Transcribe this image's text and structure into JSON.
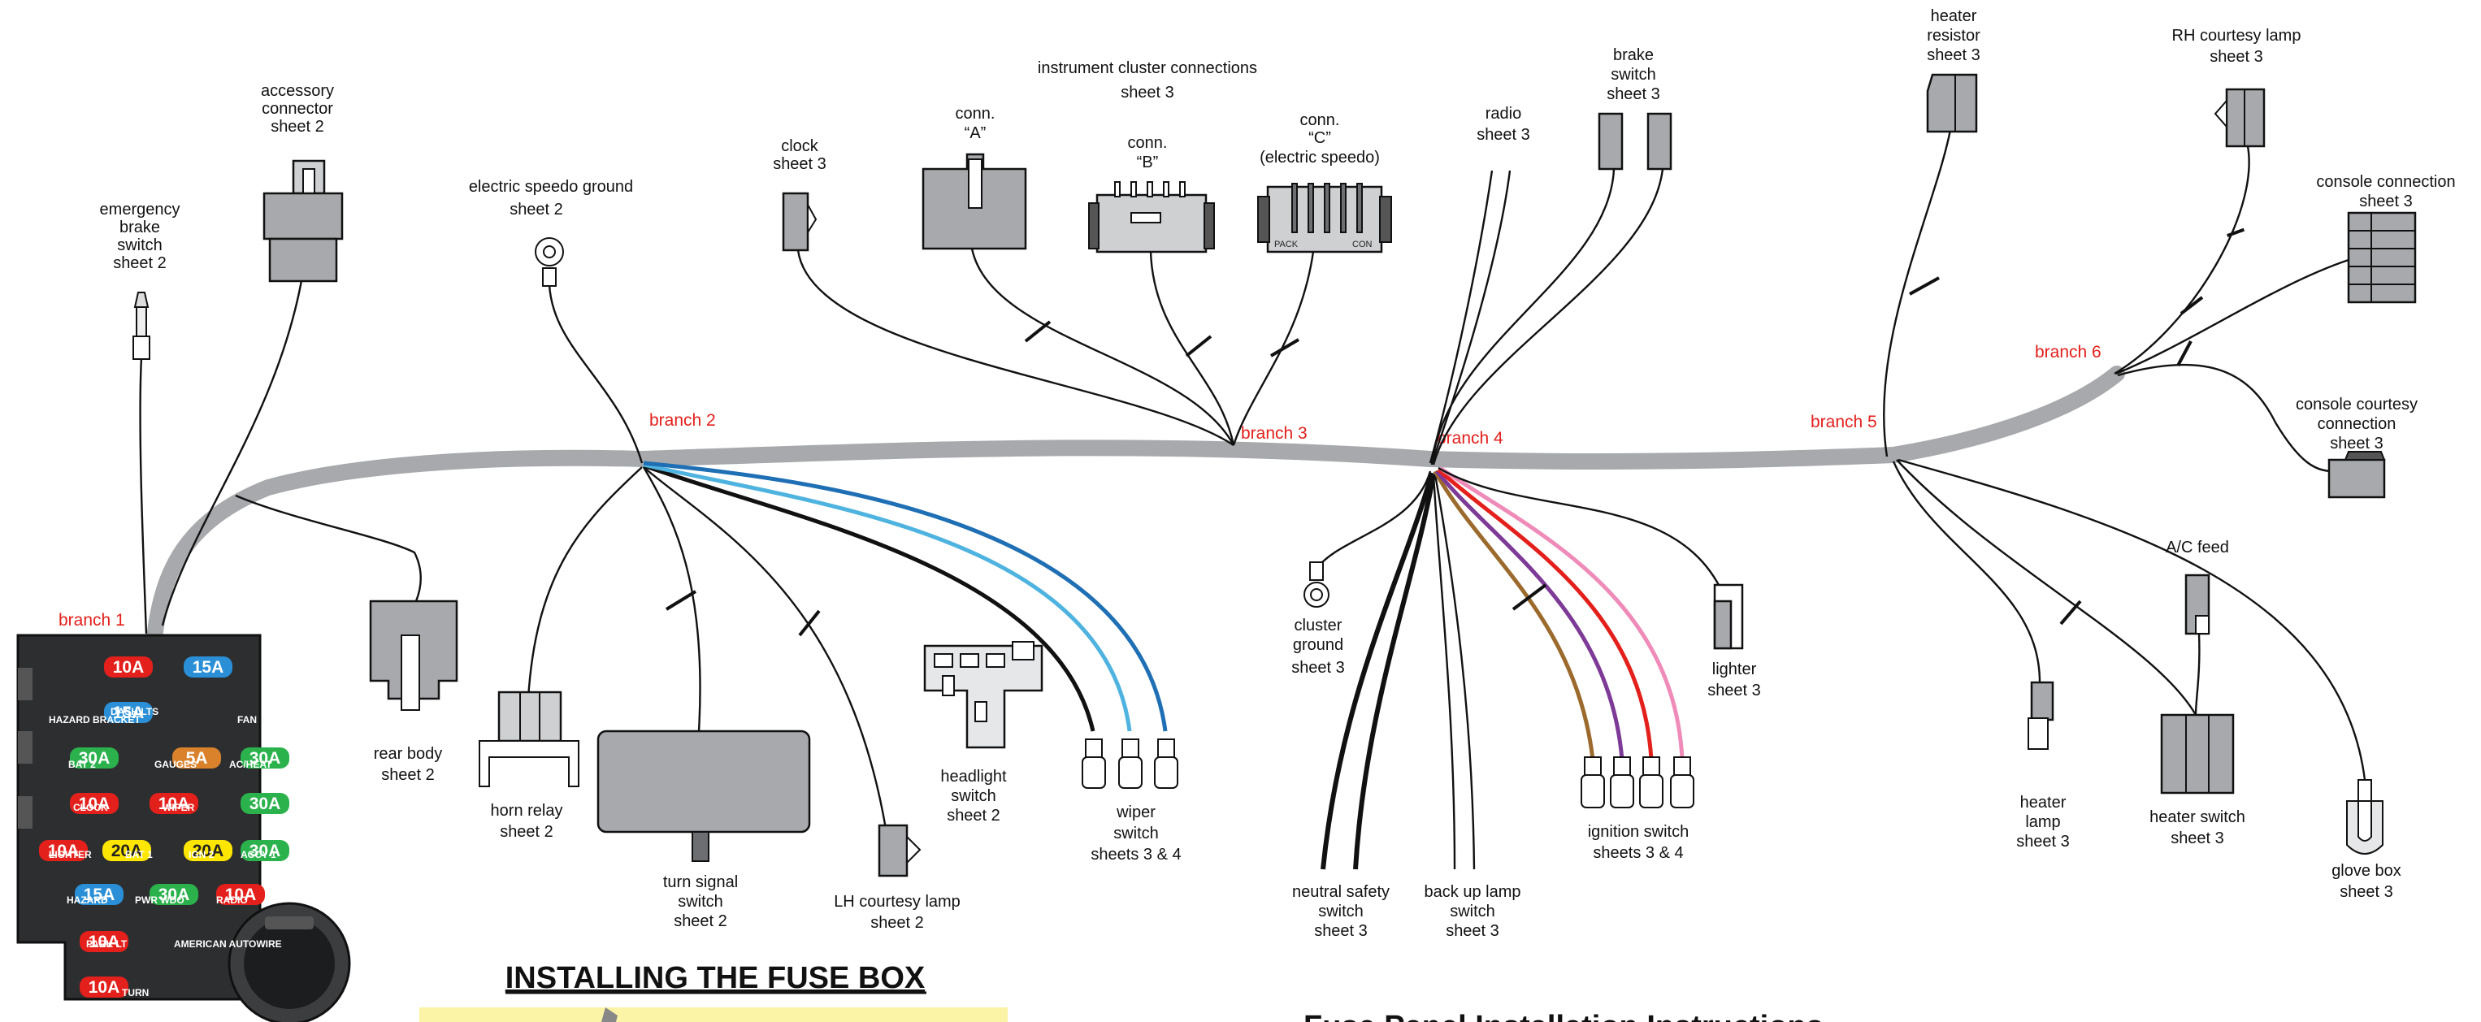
{
  "branches": [
    "branch 1",
    "branch 2",
    "branch 3",
    "branch 4",
    "branch 5",
    "branch 6"
  ],
  "components": {
    "accessory_connector": [
      "accessory",
      "connector",
      "sheet 2"
    ],
    "emergency_brake_switch": [
      "emergency",
      "brake",
      "switch",
      "sheet 2"
    ],
    "electric_speedo_ground": [
      "electric speedo ground",
      "sheet 2"
    ],
    "clock": [
      "clock",
      "sheet 3"
    ],
    "instrument_cluster": [
      "instrument cluster connections",
      "sheet 3"
    ],
    "conn_a": [
      "conn.",
      "“A”"
    ],
    "conn_b": [
      "conn.",
      "“B”"
    ],
    "conn_c": [
      "conn.",
      "“C”",
      "(electric speedo)"
    ],
    "conn_c_pins": [
      "PACK",
      "CON"
    ],
    "radio": [
      "radio",
      "sheet 3"
    ],
    "brake_switch": [
      "brake",
      "switch",
      "sheet 3"
    ],
    "heater_resistor": [
      "heater",
      "resistor",
      "sheet 3"
    ],
    "rh_courtesy_lamp": [
      "RH courtesy lamp",
      "sheet 3"
    ],
    "console_connection": [
      "console connection",
      "sheet 3"
    ],
    "console_courtesy_connection": [
      "console courtesy",
      "connection",
      "sheet 3"
    ],
    "rear_body": [
      "rear body",
      "sheet 2"
    ],
    "horn_relay": [
      "horn relay",
      "sheet 2"
    ],
    "turn_signal_switch": [
      "turn signal",
      "switch",
      "sheet 2"
    ],
    "lh_courtesy_lamp": [
      "LH courtesy lamp",
      "sheet 2"
    ],
    "headlight_switch": [
      "headlight",
      "switch",
      "sheet 2"
    ],
    "wiper_switch": [
      "wiper",
      "switch",
      "sheets 3 & 4"
    ],
    "cluster_ground": [
      "cluster",
      "ground",
      "sheet 3"
    ],
    "neutral_safety_switch": [
      "neutral safety",
      "switch",
      "sheet 3"
    ],
    "back_up_lamp_switch": [
      "back up lamp",
      "switch",
      "sheet 3"
    ],
    "ignition_switch": [
      "ignition switch",
      "sheets 3 & 4"
    ],
    "lighter": [
      "lighter",
      "sheet 3"
    ],
    "heater_lamp": [
      "heater",
      "lamp",
      "sheet 3"
    ],
    "ac_feed": [
      "A/C feed"
    ],
    "heater_switch": [
      "heater switch",
      "sheet 3"
    ],
    "glove_box": [
      "glove box",
      "sheet 3"
    ]
  },
  "fuse_box": {
    "fuses": [
      "10A",
      "15A",
      "15A",
      "30A",
      "5A",
      "30A",
      "10A",
      "10A",
      "30A",
      "10A",
      "20A",
      "20A",
      "30A",
      "15A",
      "30A",
      "10A",
      "10A",
      "10A"
    ],
    "labels": [
      "DASH LTS",
      "HAZARD BRACKET",
      "FAN",
      "BAT 2",
      "GAUGES",
      "AC/HEAT",
      "CLOCK",
      "WIPER",
      "LIGHTER",
      "BAT 1",
      "IGN 2",
      "ACCY 1",
      "HAZARD",
      "PWR WDO",
      "RADIO",
      "PARK LT",
      "AMERICAN AUTOWIRE",
      "TURN"
    ]
  },
  "sections": {
    "installing_title": "INSTALLING THE FUSE BOX",
    "instructions_title": "Fuse Panel Installation Instructions"
  },
  "colors": {
    "harness": "#a7a9ac",
    "branch_text": "#e3201b",
    "wire_blue_dark": "#1f6fb5",
    "wire_blue_light": "#4fb3e0",
    "wire_brown": "#9b6a2c",
    "wire_purple": "#7d3a96",
    "wire_red": "#e3201b",
    "wire_pink": "#ef8bb8",
    "fuse_red": "#e3201b",
    "fuse_blue": "#2a8fd6",
    "fuse_green": "#2bb24c",
    "fuse_yellow": "#ffe600",
    "fuse_orange": "#d9822b",
    "yellow_panel": "#fbf3a6"
  }
}
